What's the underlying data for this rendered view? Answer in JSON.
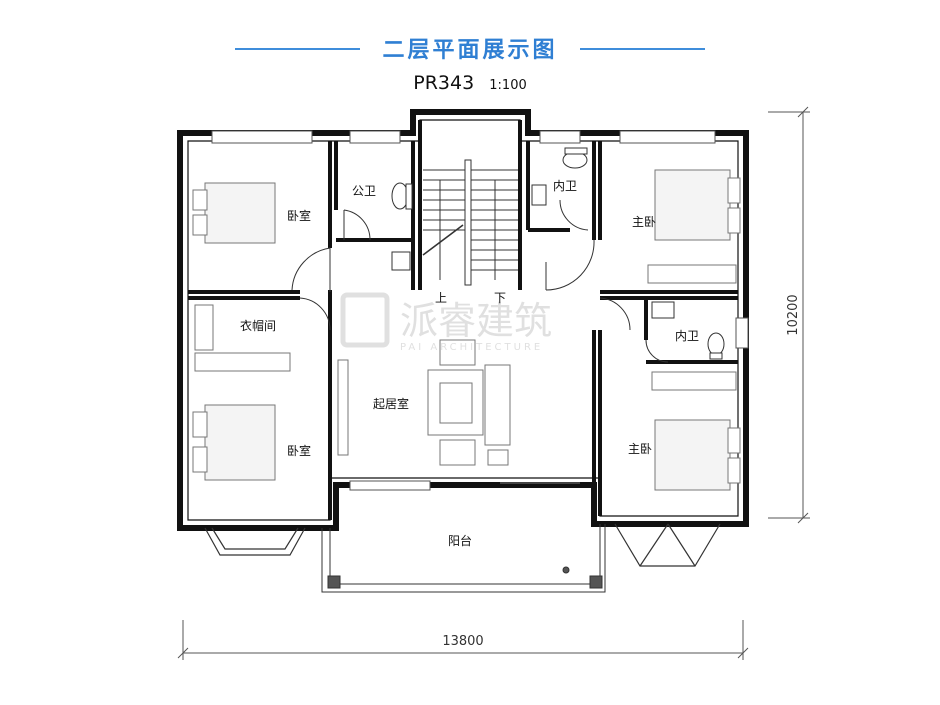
{
  "title": "二层平面展示图",
  "code": "PR343",
  "scale": "1:100",
  "rooms": {
    "bedroom_nw": "卧室",
    "bath_public": "公卫",
    "bath_en_1": "内卫",
    "master_ne": "主卧",
    "cloakroom": "衣帽间",
    "bath_en_2": "内卫",
    "bedroom_sw": "卧室",
    "living": "起居室",
    "master_se": "主卧",
    "balcony": "阳台"
  },
  "stairs": {
    "up": "上",
    "down": "下"
  },
  "dimensions": {
    "width": "13800",
    "depth": "10200"
  },
  "watermark": {
    "cn": "派睿建筑",
    "en": "PAI  ARCHITECTURE",
    "logo": "logo-mark-icon"
  },
  "colors": {
    "accent": "#2f7fd3",
    "wall": "#111111",
    "line": "#555555"
  }
}
